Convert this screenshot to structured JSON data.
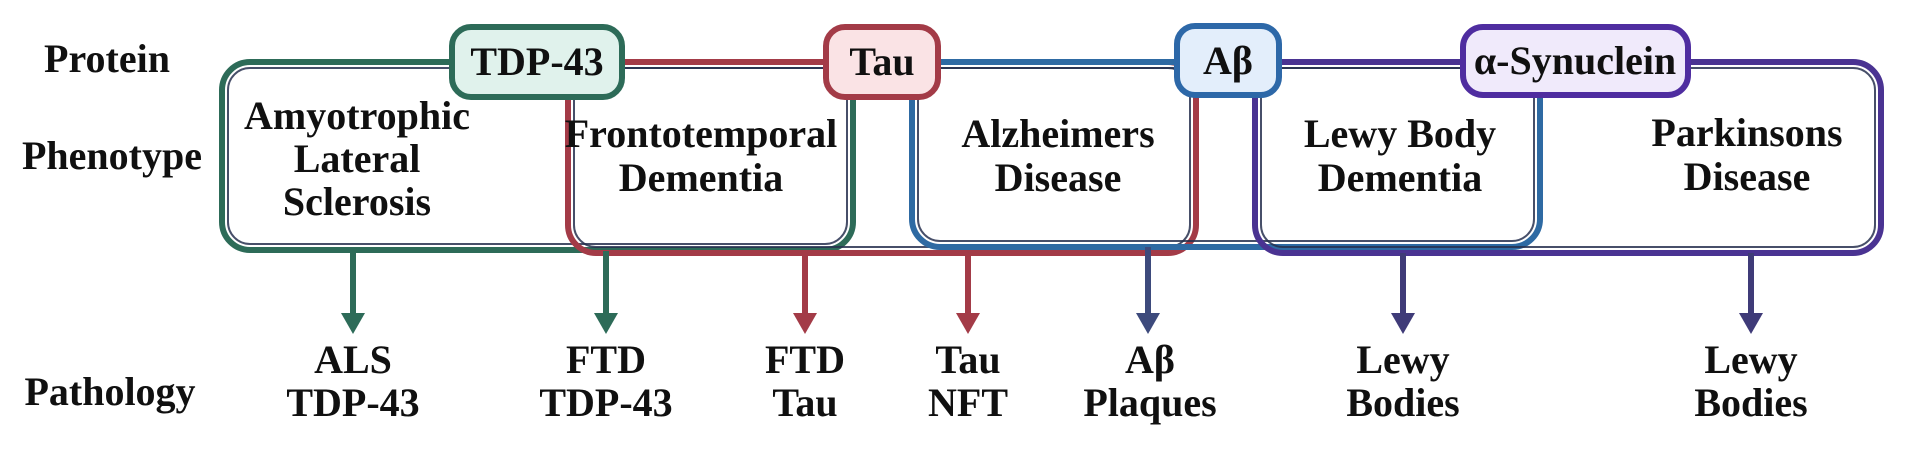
{
  "colors": {
    "background": "#ffffff",
    "text": "#101010",
    "green": "#2d6b58",
    "green_fill": "#e0f2ec",
    "red": "#a33b47",
    "red_fill": "#fae3e5",
    "blue": "#2e6aa3",
    "blue_pill_border": "#2d68a8",
    "blue_fill": "#e3eefb",
    "purple_box": "#4a3392",
    "purple_pill_border": "#4f2da0",
    "purple_fill": "#f0eafb",
    "inner_outline": "#27304f",
    "arrow_navy": "#3d4a7c",
    "arrow_indigo": "#3f3b78"
  },
  "row_labels": {
    "protein": "Protein",
    "phenotype": "Phenotype",
    "pathology": "Pathology"
  },
  "proteins": [
    {
      "label": "TDP-43"
    },
    {
      "label": "Tau"
    },
    {
      "label": "Aβ"
    },
    {
      "label": "α-Synuclein"
    }
  ],
  "phenotypes": [
    {
      "lines": [
        "Amyotrophic",
        "Lateral",
        "Sclerosis"
      ]
    },
    {
      "lines": [
        "Frontotemporal",
        "Dementia"
      ]
    },
    {
      "lines": [
        "Alzheimers",
        "Disease"
      ]
    },
    {
      "lines": [
        "Lewy Body",
        "Dementia"
      ]
    },
    {
      "lines": [
        "Parkinsons",
        "Disease"
      ]
    }
  ],
  "pathologies": [
    {
      "lines": [
        "ALS",
        "TDP-43"
      ]
    },
    {
      "lines": [
        "FTD",
        "TDP-43"
      ]
    },
    {
      "lines": [
        "FTD",
        "Tau"
      ]
    },
    {
      "lines": [
        "Tau",
        "NFT"
      ]
    },
    {
      "lines": [
        "Aβ",
        "Plaques"
      ]
    },
    {
      "lines": [
        "Lewy",
        "Bodies"
      ]
    },
    {
      "lines": [
        "Lewy",
        "Bodies"
      ]
    }
  ]
}
